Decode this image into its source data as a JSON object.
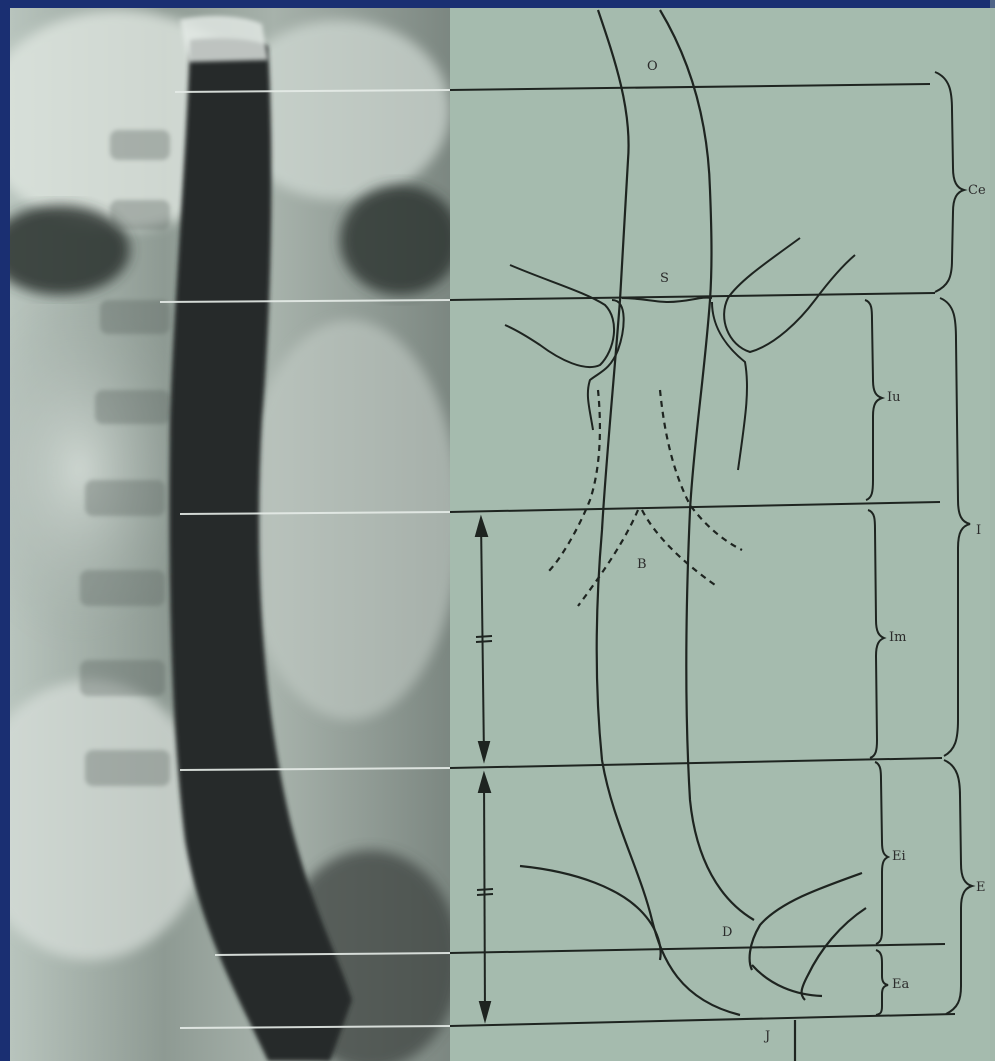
{
  "figure": {
    "left_panel": "barium esophagram (radiograph)",
    "right_panel": "schematic of esophageal segments",
    "colors": {
      "frame": "#1a2f72",
      "paper": "#9fb5a8",
      "ink": "#1e2420",
      "radiograph_dark": "#2a302c",
      "radiograph_light": "#c9d2cc"
    }
  },
  "labels": {
    "o_top": "O",
    "s": "S",
    "b": "B",
    "d": "D",
    "j": "J",
    "ce": "Ce",
    "i": "I",
    "e": "E",
    "iu": "Iu",
    "im": "Im",
    "ei": "Ei",
    "ea": "Ea"
  }
}
